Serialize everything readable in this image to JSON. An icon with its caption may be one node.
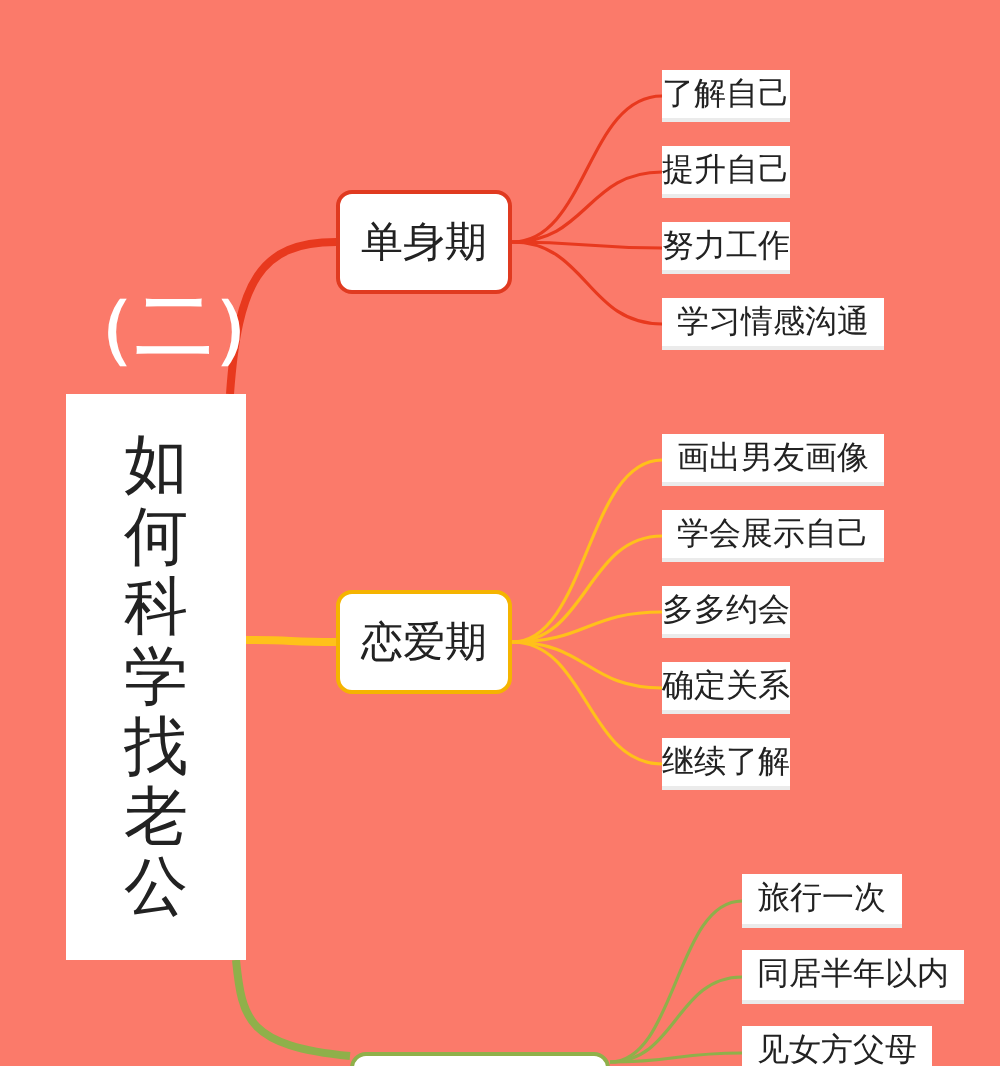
{
  "diagram": {
    "title": "（二）",
    "nodes": [
      {
        "text": [
          "如何科学找老公"
        ]
      },
      {
        "text": [
          "单身期"
        ]
      },
      {
        "text": [
          "了解自己"
        ]
      },
      {
        "text": [
          "提升自己"
        ]
      },
      {
        "text": [
          "努力工作"
        ]
      },
      {
        "text": [
          "学习情感沟通"
        ]
      },
      {
        "text": [
          "恋爱期"
        ]
      },
      {
        "text": [
          "画出男友画像"
        ]
      },
      {
        "text": [
          "学会展示自己"
        ]
      },
      {
        "text": [
          "多多约会"
        ]
      },
      {
        "text": [
          "确定关系"
        ]
      },
      {
        "text": [
          "继续了解"
        ]
      },
      {
        "text": [],
        "shape": "box"
      },
      {
        "text": [
          "旅行一次"
        ]
      },
      {
        "text": [
          "同居半年以内"
        ]
      },
      {
        "text": [
          "见女方父母"
        ]
      }
    ],
    "edges": [
      {
        "from": 0,
        "to": 1,
        "arrow": "none",
        "style": "thick",
        "color": "#e8391e"
      },
      {
        "from": 1,
        "to": 2,
        "arrow": "none",
        "color": "#e8391e"
      },
      {
        "from": 1,
        "to": 3,
        "arrow": "none",
        "color": "#e8391e"
      },
      {
        "from": 1,
        "to": 4,
        "arrow": "none",
        "color": "#e8391e"
      },
      {
        "from": 1,
        "to": 5,
        "arrow": "none",
        "color": "#e8391e"
      },
      {
        "from": 0,
        "to": 6,
        "arrow": "none",
        "style": "thick",
        "color": "#ffc11a"
      },
      {
        "from": 6,
        "to": 7,
        "arrow": "none",
        "color": "#ffc11a"
      },
      {
        "from": 6,
        "to": 8,
        "arrow": "none",
        "color": "#ffc11a"
      },
      {
        "from": 6,
        "to": 9,
        "arrow": "none",
        "color": "#ffc11a"
      },
      {
        "from": 6,
        "to": 10,
        "arrow": "none",
        "color": "#ffc11a"
      },
      {
        "from": 6,
        "to": 11,
        "arrow": "none",
        "color": "#ffc11a"
      },
      {
        "from": 0,
        "to": 12,
        "arrow": "none",
        "style": "thick",
        "color": "#8fb04a"
      },
      {
        "from": 12,
        "to": 13,
        "arrow": "none",
        "color": "#8fb04a"
      },
      {
        "from": 12,
        "to": 14,
        "arrow": "none",
        "color": "#8fb04a"
      },
      {
        "from": 12,
        "to": 15,
        "arrow": "none",
        "color": "#8fb04a"
      }
    ]
  }
}
